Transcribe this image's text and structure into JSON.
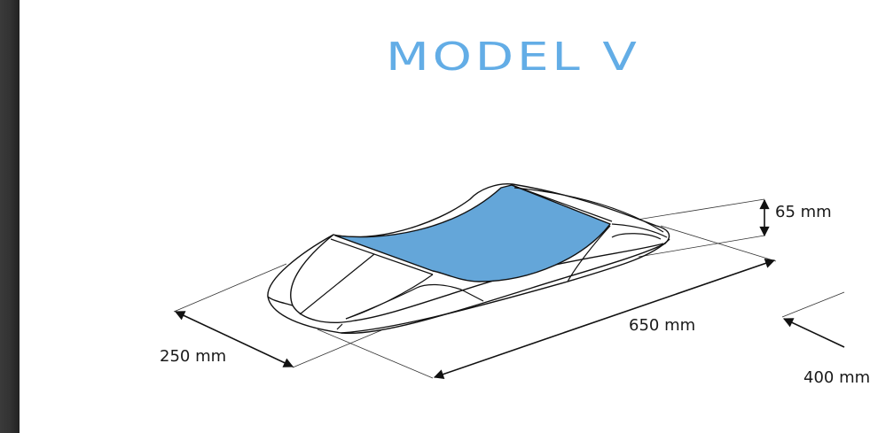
{
  "title": "MODEL V",
  "colors": {
    "title": "#63ade6",
    "seat_fill": "#64a6d9",
    "line": "#111111",
    "side_bar": "#2e2e2e"
  },
  "dimensions": {
    "height": "65 mm",
    "length": "650 mm",
    "width": "250 mm",
    "second_width": "400 mm"
  }
}
